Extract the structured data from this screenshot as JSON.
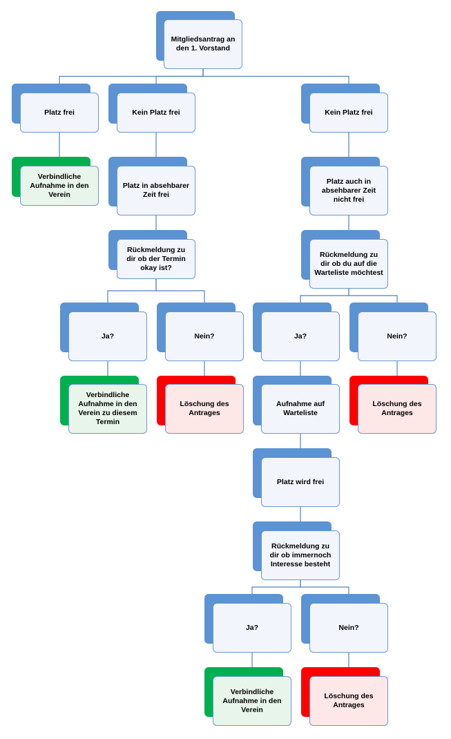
{
  "colors": {
    "blue": "#5b93d3",
    "green": "#00b050",
    "red": "#ff0000",
    "front_default": "#f2f5fb",
    "front_green": "#e8f5ea",
    "front_red": "#fde7e7",
    "line": "#4f81bd"
  },
  "nodes": [
    {
      "id": "antrag",
      "kind": "blue",
      "text": "Mitgliedsantrag an den 1. Vorstand"
    },
    {
      "id": "platz-frei",
      "kind": "blue",
      "text": "Platz frei"
    },
    {
      "id": "kein-platz-1",
      "kind": "blue",
      "text": "Kein Platz frei"
    },
    {
      "id": "kein-platz-2",
      "kind": "blue",
      "text": "Kein Platz frei"
    },
    {
      "id": "aufnahme-1",
      "kind": "green",
      "text": "Verbindliche Aufnahme in den Verein"
    },
    {
      "id": "absehbar",
      "kind": "blue",
      "text": "Platz in absehbarer Zeit frei"
    },
    {
      "id": "nicht-absehbar",
      "kind": "blue",
      "text": "Platz auch in absehbarer Zeit nicht frei"
    },
    {
      "id": "rueck-termin",
      "kind": "blue",
      "text": "Rückmeldung zu dir ob der Termin okay ist?"
    },
    {
      "id": "rueck-warteliste",
      "kind": "blue",
      "text": "Rückmeldung zu dir ob du auf die Warteliste möchtest"
    },
    {
      "id": "ja-1",
      "kind": "blue",
      "text": "Ja?"
    },
    {
      "id": "nein-1",
      "kind": "blue",
      "text": "Nein?"
    },
    {
      "id": "ja-2",
      "kind": "blue",
      "text": "Ja?"
    },
    {
      "id": "nein-2",
      "kind": "blue",
      "text": "Nein?"
    },
    {
      "id": "aufnahme-termin",
      "kind": "green",
      "text": "Verbindliche Aufnahme in den Verein zu diesem Termin"
    },
    {
      "id": "loeschung-1",
      "kind": "red",
      "text": "Löschung des Antrages"
    },
    {
      "id": "warteliste",
      "kind": "blue",
      "text": "Aufnahme auf Warteliste"
    },
    {
      "id": "loeschung-2",
      "kind": "red",
      "text": "Löschung des Antrages"
    },
    {
      "id": "platz-wird-frei",
      "kind": "blue",
      "text": "Platz wird frei"
    },
    {
      "id": "rueck-interesse",
      "kind": "blue",
      "text": "Rückmeldung zu dir ob immernoch Interesse besteht"
    },
    {
      "id": "ja-3",
      "kind": "blue",
      "text": "Ja?"
    },
    {
      "id": "nein-3",
      "kind": "blue",
      "text": "Nein?"
    },
    {
      "id": "aufnahme-3",
      "kind": "green",
      "text": "Verbindliche Aufnahme in den Verein"
    },
    {
      "id": "loeschung-3",
      "kind": "red",
      "text": "Löschung des Antrages"
    }
  ],
  "edges": [
    [
      "antrag",
      "platz-frei"
    ],
    [
      "antrag",
      "kein-platz-1"
    ],
    [
      "antrag",
      "kein-platz-2"
    ],
    [
      "platz-frei",
      "aufnahme-1"
    ],
    [
      "kein-platz-1",
      "absehbar"
    ],
    [
      "absehbar",
      "rueck-termin"
    ],
    [
      "rueck-termin",
      "ja-1"
    ],
    [
      "rueck-termin",
      "nein-1"
    ],
    [
      "ja-1",
      "aufnahme-termin"
    ],
    [
      "nein-1",
      "loeschung-1"
    ],
    [
      "kein-platz-2",
      "nicht-absehbar"
    ],
    [
      "nicht-absehbar",
      "rueck-warteliste"
    ],
    [
      "rueck-warteliste",
      "ja-2"
    ],
    [
      "rueck-warteliste",
      "nein-2"
    ],
    [
      "ja-2",
      "warteliste"
    ],
    [
      "nein-2",
      "loeschung-2"
    ],
    [
      "warteliste",
      "platz-wird-frei"
    ],
    [
      "platz-wird-frei",
      "rueck-interesse"
    ],
    [
      "rueck-interesse",
      "ja-3"
    ],
    [
      "rueck-interesse",
      "nein-3"
    ],
    [
      "ja-3",
      "aufnahme-3"
    ],
    [
      "nein-3",
      "loeschung-3"
    ]
  ]
}
